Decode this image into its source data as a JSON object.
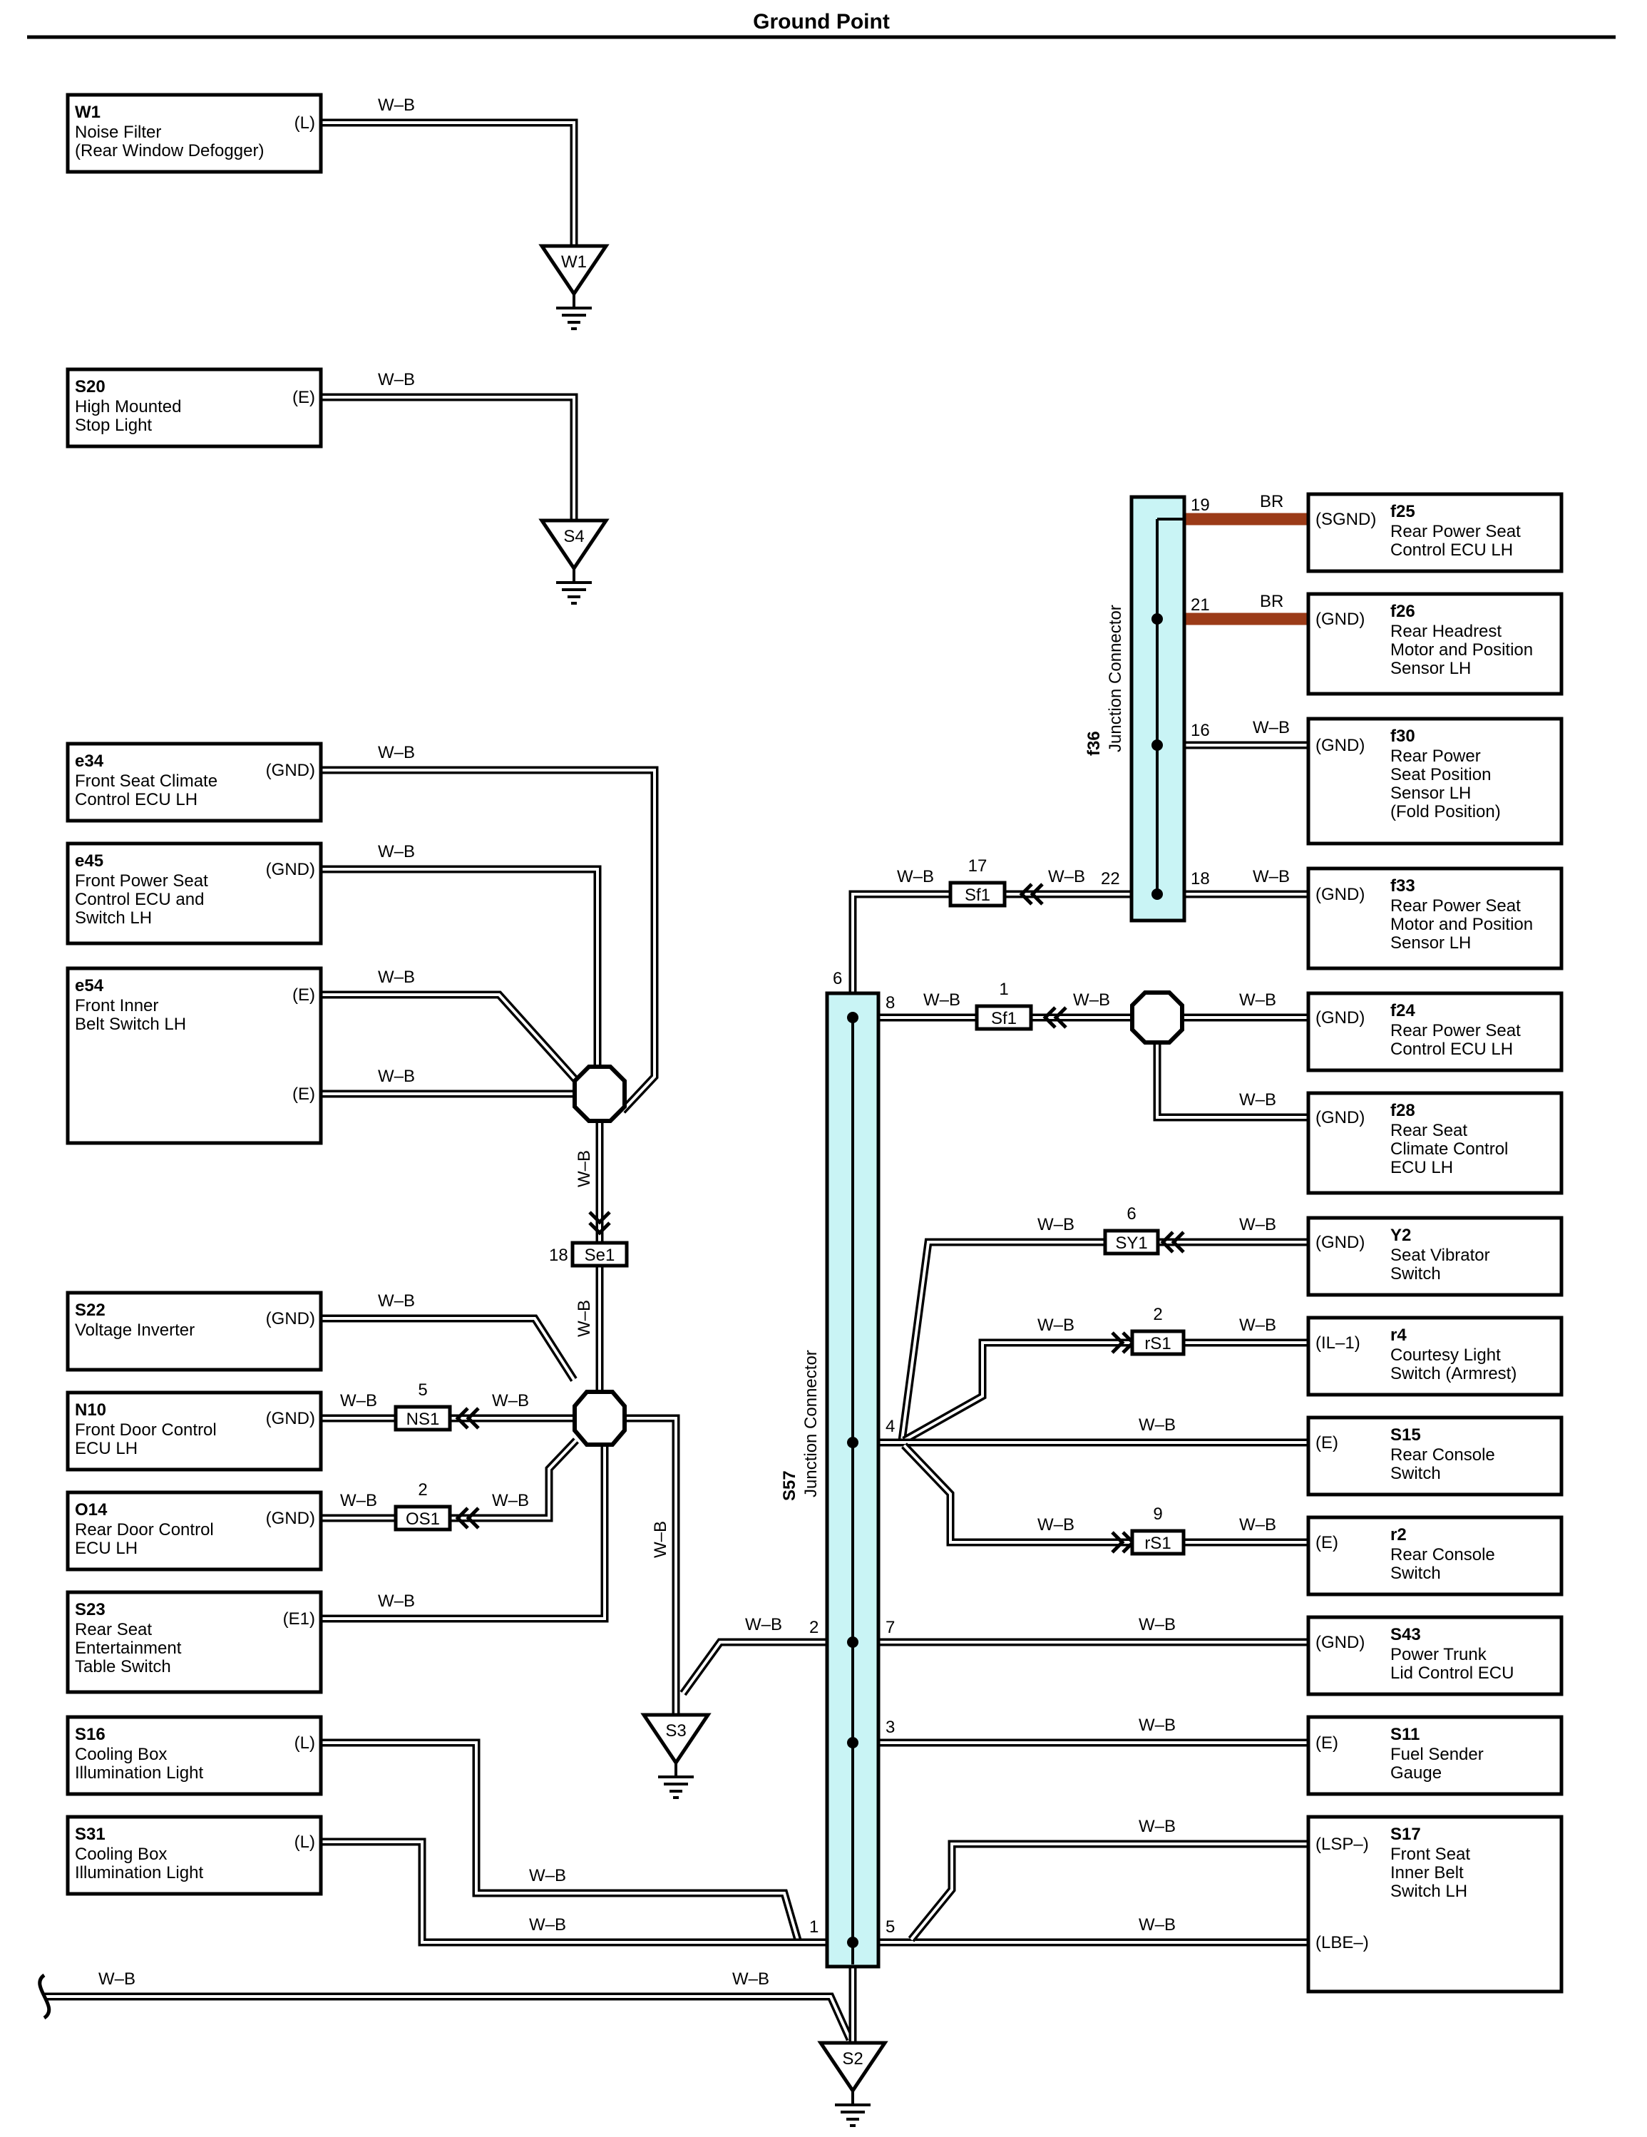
{
  "title": "Ground Point",
  "wire_colors": {
    "white_black": "W–B",
    "brown": "BR",
    "brown_hex": "#9b3b18",
    "junction_fill": "#c9f4f5"
  },
  "components": {
    "W1": {
      "code": "W1",
      "lines": [
        "Noise Filter",
        "(Rear Window Defogger)"
      ],
      "pins": [
        "(L)"
      ]
    },
    "S20": {
      "code": "S20",
      "lines": [
        "High Mounted",
        "Stop Light"
      ],
      "pins": [
        "(E)"
      ]
    },
    "e34": {
      "code": "e34",
      "lines": [
        "Front Seat Climate",
        "Control ECU LH"
      ],
      "pins": [
        "(GND)"
      ]
    },
    "e45": {
      "code": "e45",
      "lines": [
        "Front Power Seat",
        "Control ECU and",
        "Switch LH"
      ],
      "pins": [
        "(GND)"
      ]
    },
    "e54": {
      "code": "e54",
      "lines": [
        "Front Inner",
        "Belt Switch LH"
      ],
      "pins": [
        "(E)",
        "(E)"
      ]
    },
    "S22": {
      "code": "S22",
      "lines": [
        "Voltage Inverter"
      ],
      "pins": [
        "(GND)"
      ]
    },
    "N10": {
      "code": "N10",
      "lines": [
        "Front Door Control",
        "ECU LH"
      ],
      "pins": [
        "(GND)"
      ]
    },
    "O14": {
      "code": "O14",
      "lines": [
        "Rear Door Control",
        "ECU LH"
      ],
      "pins": [
        "(GND)"
      ]
    },
    "S23": {
      "code": "S23",
      "lines": [
        "Rear Seat",
        "Entertainment",
        "Table Switch"
      ],
      "pins": [
        "(E1)"
      ]
    },
    "S16": {
      "code": "S16",
      "lines": [
        "Cooling Box",
        "Illumination Light"
      ],
      "pins": [
        "(L)"
      ]
    },
    "S31": {
      "code": "S31",
      "lines": [
        "Cooling Box",
        "Illumination Light"
      ],
      "pins": [
        "(L)"
      ]
    },
    "f25": {
      "code": "f25",
      "lines": [
        "Rear Power Seat",
        "Control ECU LH"
      ],
      "pins": [
        "(SGND)"
      ]
    },
    "f26": {
      "code": "f26",
      "lines": [
        "Rear Headrest",
        "Motor and Position",
        "Sensor LH"
      ],
      "pins": [
        "(GND)"
      ]
    },
    "f30": {
      "code": "f30",
      "lines": [
        "Rear Power",
        "Seat Position",
        "Sensor LH",
        "(Fold Position)"
      ],
      "pins": [
        "(GND)"
      ]
    },
    "f33": {
      "code": "f33",
      "lines": [
        "Rear Power Seat",
        "Motor and Position",
        "Sensor LH"
      ],
      "pins": [
        "(GND)"
      ]
    },
    "f24": {
      "code": "f24",
      "lines": [
        "Rear Power Seat",
        "Control ECU LH"
      ],
      "pins": [
        "(GND)"
      ]
    },
    "f28": {
      "code": "f28",
      "lines": [
        "Rear Seat",
        "Climate Control",
        "ECU LH"
      ],
      "pins": [
        "(GND)"
      ]
    },
    "Y2": {
      "code": "Y2",
      "lines": [
        "Seat Vibrator",
        "Switch"
      ],
      "pins": [
        "(GND)"
      ]
    },
    "r4": {
      "code": "r4",
      "lines": [
        "Courtesy Light",
        "Switch (Armrest)"
      ],
      "pins": [
        "(IL–1)"
      ]
    },
    "S15": {
      "code": "S15",
      "lines": [
        "Rear Console",
        "Switch"
      ],
      "pins": [
        "(E)"
      ]
    },
    "r2": {
      "code": "r2",
      "lines": [
        "Rear Console",
        "Switch"
      ],
      "pins": [
        "(E)"
      ]
    },
    "S43": {
      "code": "S43",
      "lines": [
        "Power Trunk",
        "Lid Control ECU"
      ],
      "pins": [
        "(GND)"
      ]
    },
    "S11": {
      "code": "S11",
      "lines": [
        "Fuel Sender",
        "Gauge"
      ],
      "pins": [
        "(E)"
      ]
    },
    "S17": {
      "code": "S17",
      "lines": [
        "Front Seat",
        "Inner Belt",
        "Switch LH"
      ],
      "pins": [
        "(LSP–)",
        "(LBE–)"
      ]
    }
  },
  "junction_connectors": {
    "f36": {
      "code": "f36",
      "name": "Junction Connector",
      "pins": [
        "19",
        "21",
        "16",
        "22",
        "18"
      ]
    },
    "S57": {
      "code": "S57",
      "name": "Junction Connector",
      "pins": [
        "6",
        "8",
        "4",
        "2",
        "7",
        "3",
        "1",
        "5"
      ]
    }
  },
  "ground_points": [
    "W1",
    "S4",
    "S3",
    "S2"
  ],
  "connectors": {
    "Sf1_17": {
      "label": "Sf1",
      "pin": "17"
    },
    "Sf1_1": {
      "label": "Sf1",
      "pin": "1"
    },
    "Se1": {
      "label": "Se1",
      "pin": "18"
    },
    "NS1": {
      "label": "NS1",
      "pin": "5"
    },
    "OS1": {
      "label": "OS1",
      "pin": "2"
    },
    "SY1": {
      "label": "SY1",
      "pin": "6"
    },
    "rS1_2": {
      "label": "rS1",
      "pin": "2"
    },
    "rS1_9": {
      "label": "rS1",
      "pin": "9"
    }
  }
}
